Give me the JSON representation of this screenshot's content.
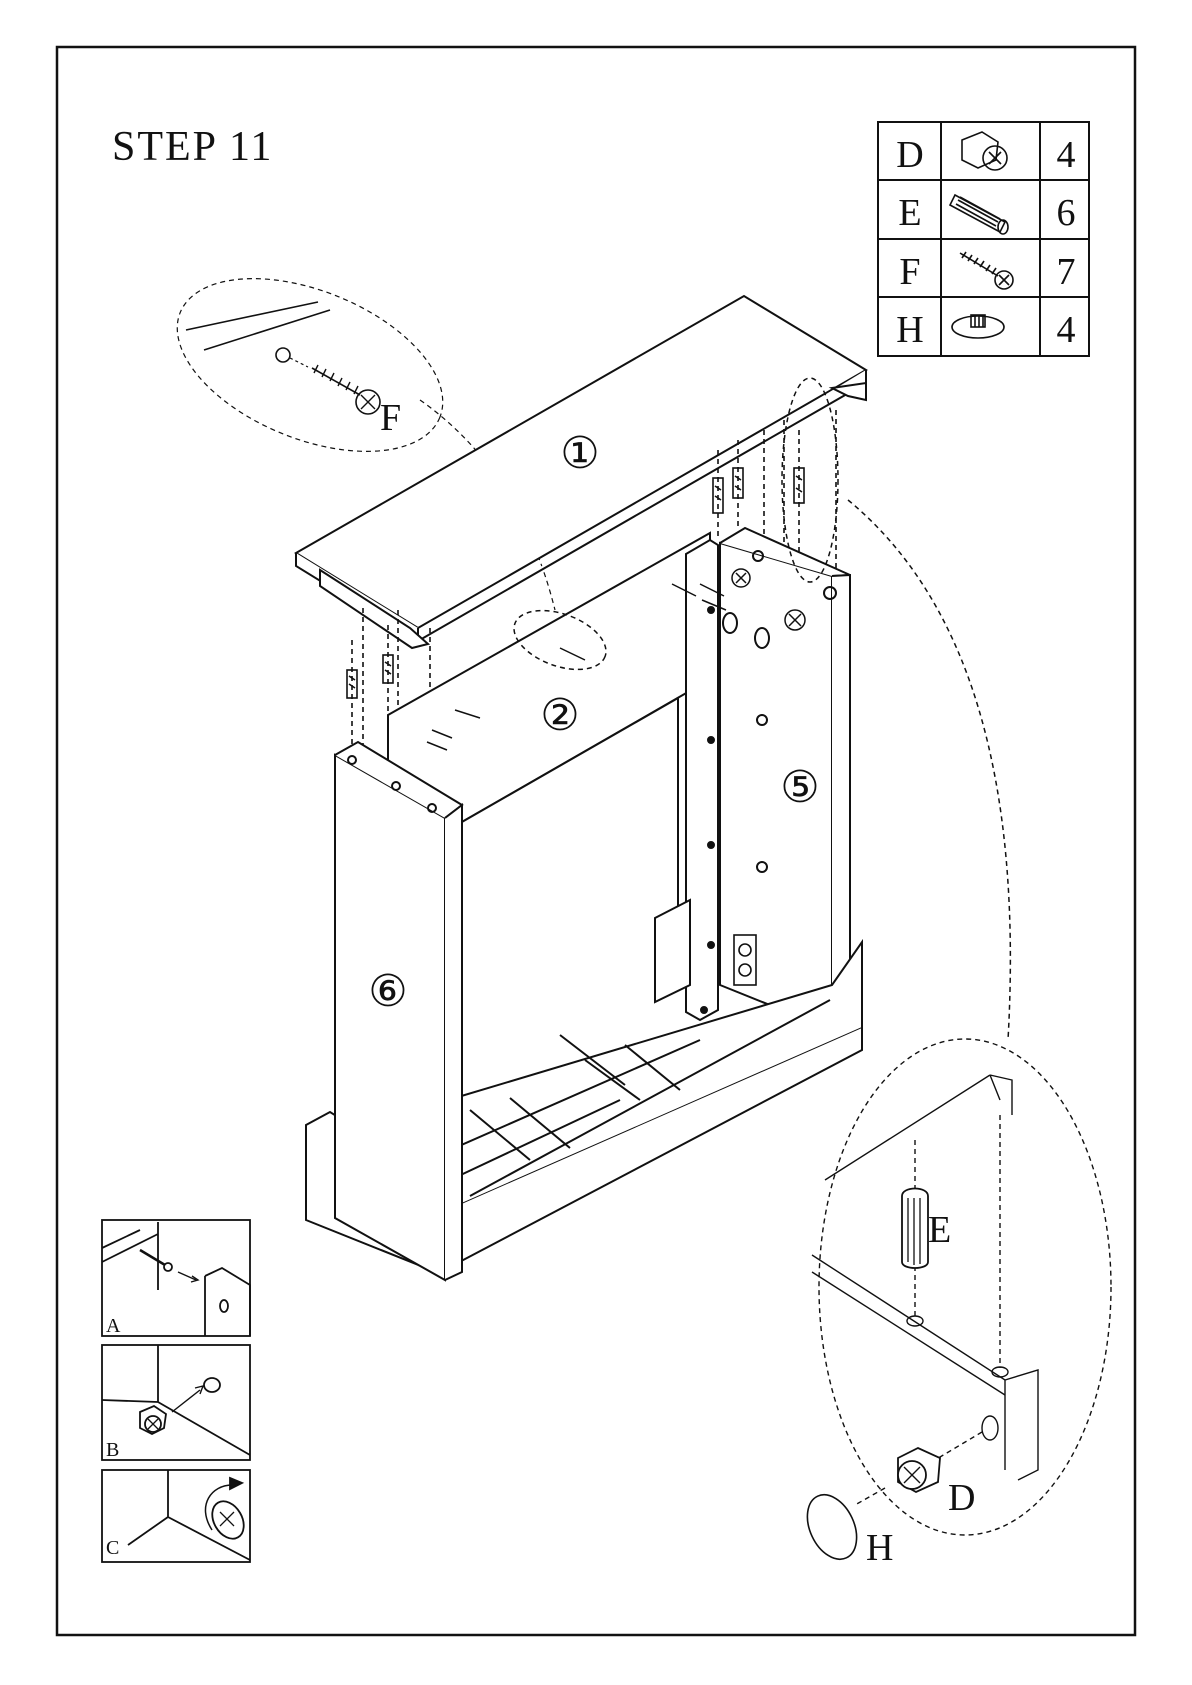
{
  "step": {
    "title": "STEP 11"
  },
  "hardware": [
    {
      "letter": "D",
      "icon": "cam-lock-icon",
      "qty": "4"
    },
    {
      "letter": "E",
      "icon": "wood-dowel-icon",
      "qty": "6"
    },
    {
      "letter": "F",
      "icon": "screw-icon",
      "qty": "7"
    },
    {
      "letter": "H",
      "icon": "cap-cover-icon",
      "qty": "4"
    }
  ],
  "panels": {
    "top": "①",
    "back": "②",
    "right": "⑤",
    "left": "⑥"
  },
  "callouts": {
    "screw_detail": "F",
    "dowel_detail": "E",
    "cam_detail": "D",
    "cap_detail": "H"
  },
  "sub_steps": [
    {
      "label": "A"
    },
    {
      "label": "B"
    },
    {
      "label": "C"
    }
  ]
}
